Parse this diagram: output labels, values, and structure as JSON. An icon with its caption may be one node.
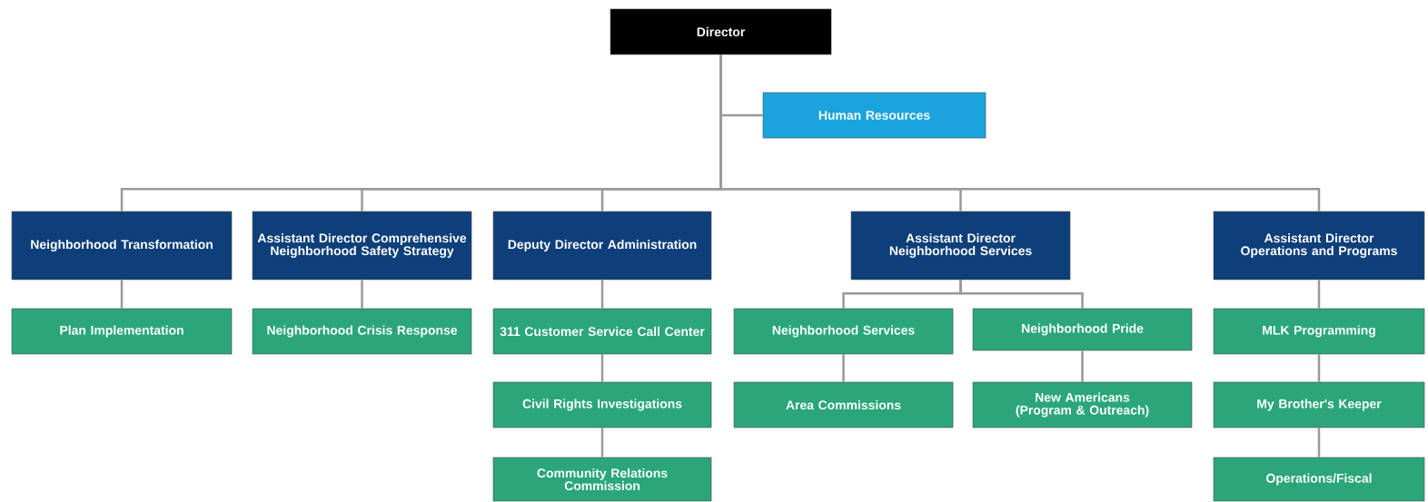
{
  "diagram": {
    "nodes": [
      {
        "text": [
          "Director"
        ]
      },
      {
        "text": [
          "Human Resources"
        ]
      },
      {
        "text": [
          "Neighborhood Transformation"
        ]
      },
      {
        "text": [
          "Assistant Director Comprehensive Neighborhood Safety Strategy"
        ]
      },
      {
        "text": [
          "Deputy Director Administration"
        ]
      },
      {
        "text": [
          "Assistant Director Neighborhood Services"
        ]
      },
      {
        "text": [
          "Assistant Director Operations and Programs"
        ]
      },
      {
        "text": [
          "Plan Implementation"
        ]
      },
      {
        "text": [
          "Neighborhood Crisis Response"
        ]
      },
      {
        "text": [
          "311 Customer Service Call Center"
        ]
      },
      {
        "text": [
          "Civil Rights Investigations"
        ]
      },
      {
        "text": [
          "Community Relations Commission"
        ]
      },
      {
        "text": [
          "Neighborhood Services"
        ]
      },
      {
        "text": [
          "Neighborhood Pride"
        ]
      },
      {
        "text": [
          "Area Commissions"
        ]
      },
      {
        "text": [
          "New Americans (Program & Outreach)"
        ]
      },
      {
        "text": [
          "MLK Programming"
        ]
      },
      {
        "text": [
          "My Brother's Keeper"
        ]
      },
      {
        "text": [
          "Operations/Fiscal"
        ]
      }
    ],
    "edges": [
      {
        "from": 0,
        "to": 1,
        "arrow": "none"
      },
      {
        "from": 0,
        "to": 2,
        "arrow": "none"
      },
      {
        "from": 0,
        "to": 3,
        "arrow": "none"
      },
      {
        "from": 0,
        "to": 4,
        "arrow": "none"
      },
      {
        "from": 0,
        "to": 5,
        "arrow": "none"
      },
      {
        "from": 0,
        "to": 6,
        "arrow": "none"
      },
      {
        "from": 2,
        "to": 7,
        "arrow": "none"
      },
      {
        "from": 3,
        "to": 8,
        "arrow": "none"
      },
      {
        "from": 4,
        "to": 9,
        "arrow": "none"
      },
      {
        "from": 9,
        "to": 10,
        "arrow": "none"
      },
      {
        "from": 10,
        "to": 11,
        "arrow": "none"
      },
      {
        "from": 5,
        "to": 12,
        "arrow": "none"
      },
      {
        "from": 5,
        "to": 13,
        "arrow": "none"
      },
      {
        "from": 12,
        "to": 14,
        "arrow": "none"
      },
      {
        "from": 13,
        "to": 15,
        "arrow": "none"
      },
      {
        "from": 6,
        "to": 16,
        "arrow": "none"
      },
      {
        "from": 16,
        "to": 17,
        "arrow": "none"
      },
      {
        "from": 17,
        "to": 18,
        "arrow": "none"
      }
    ]
  }
}
